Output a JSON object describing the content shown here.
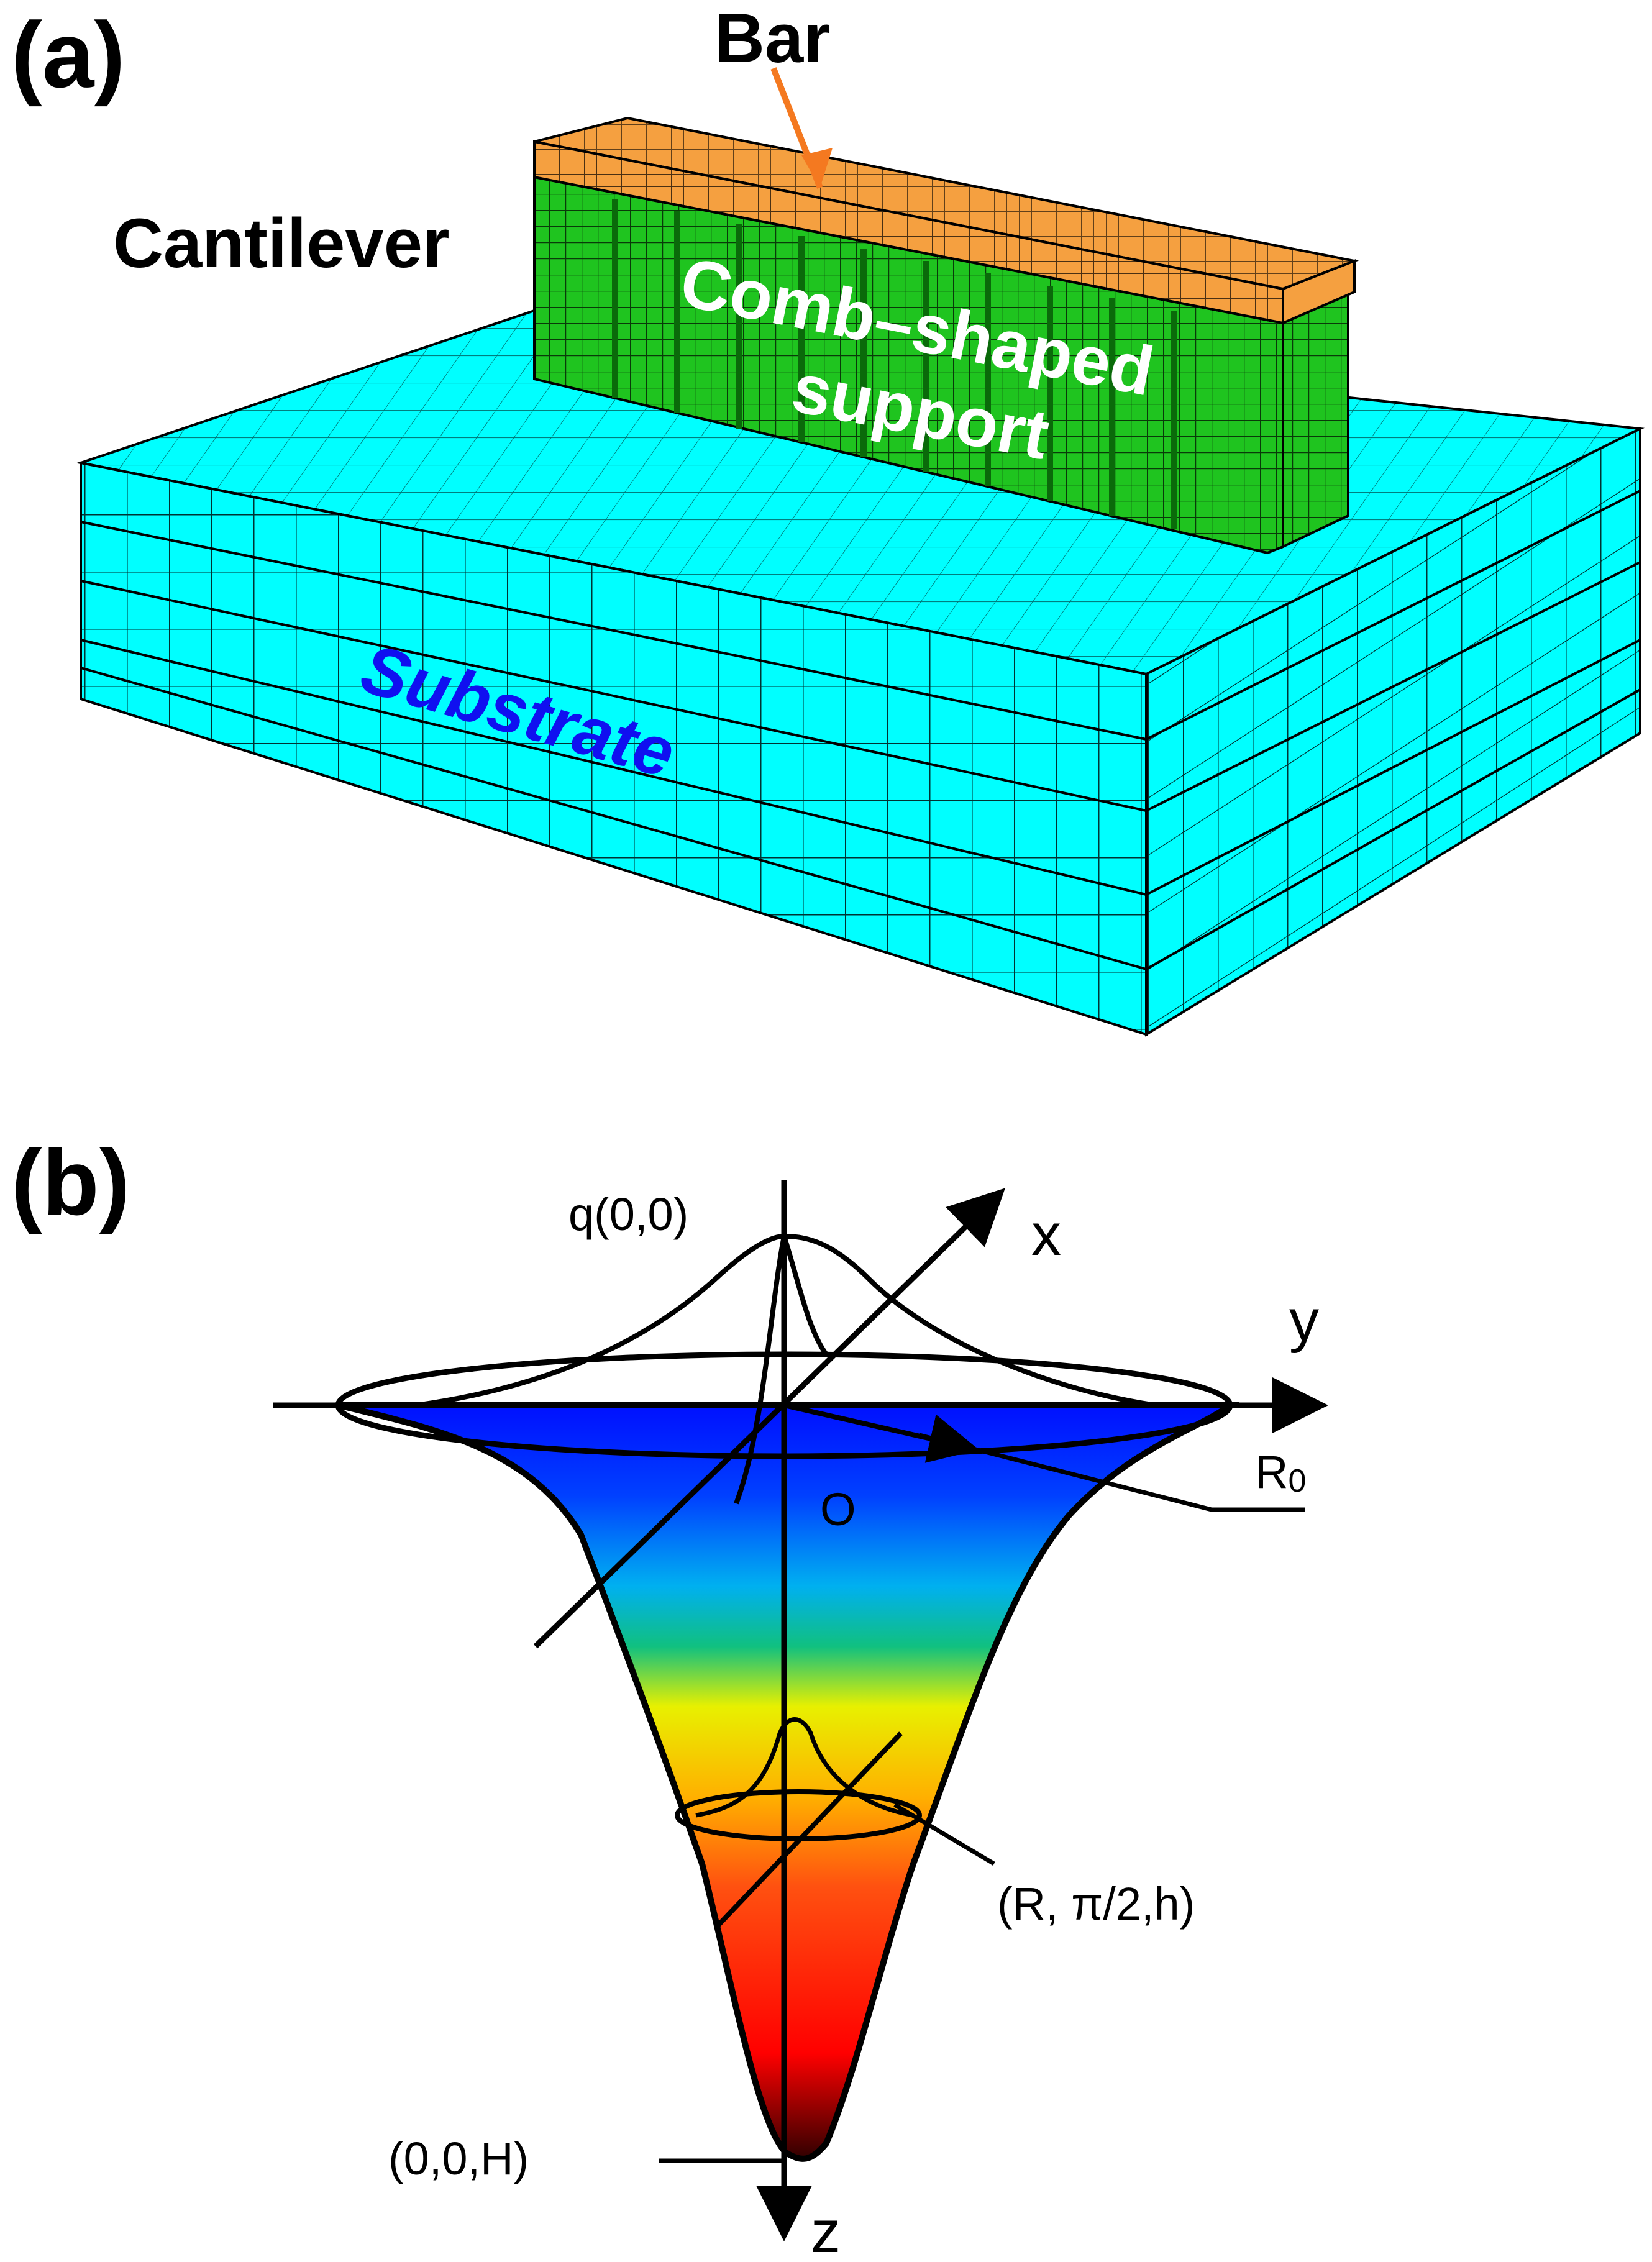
{
  "panel_a": {
    "panel_label": "(a)",
    "labels": {
      "bar": "Bar",
      "cantilever": "Cantilever",
      "comb_line1": "Comb–shaped",
      "comb_line2": "support",
      "substrate": "Substrate"
    },
    "colors": {
      "substrate": "#00FFFF",
      "support": "#1FC41F",
      "bar": "#F5A040",
      "arrow": "#F47920",
      "substrate_text": "#1010F0"
    }
  },
  "panel_b": {
    "panel_label": "(b)",
    "labels": {
      "q": "q(0,0)",
      "x": "x",
      "y": "y",
      "z": "z",
      "r0_main": "R",
      "r0_sub": "0",
      "origin": "O",
      "point_rh": "(R, π/2,h)",
      "point_h": "(0,0,H)"
    },
    "gradient_colors": [
      "#0000FF",
      "#00A0FF",
      "#00C0A0",
      "#E8F000",
      "#FFA000",
      "#FF4010",
      "#FF0000",
      "#400000"
    ]
  }
}
